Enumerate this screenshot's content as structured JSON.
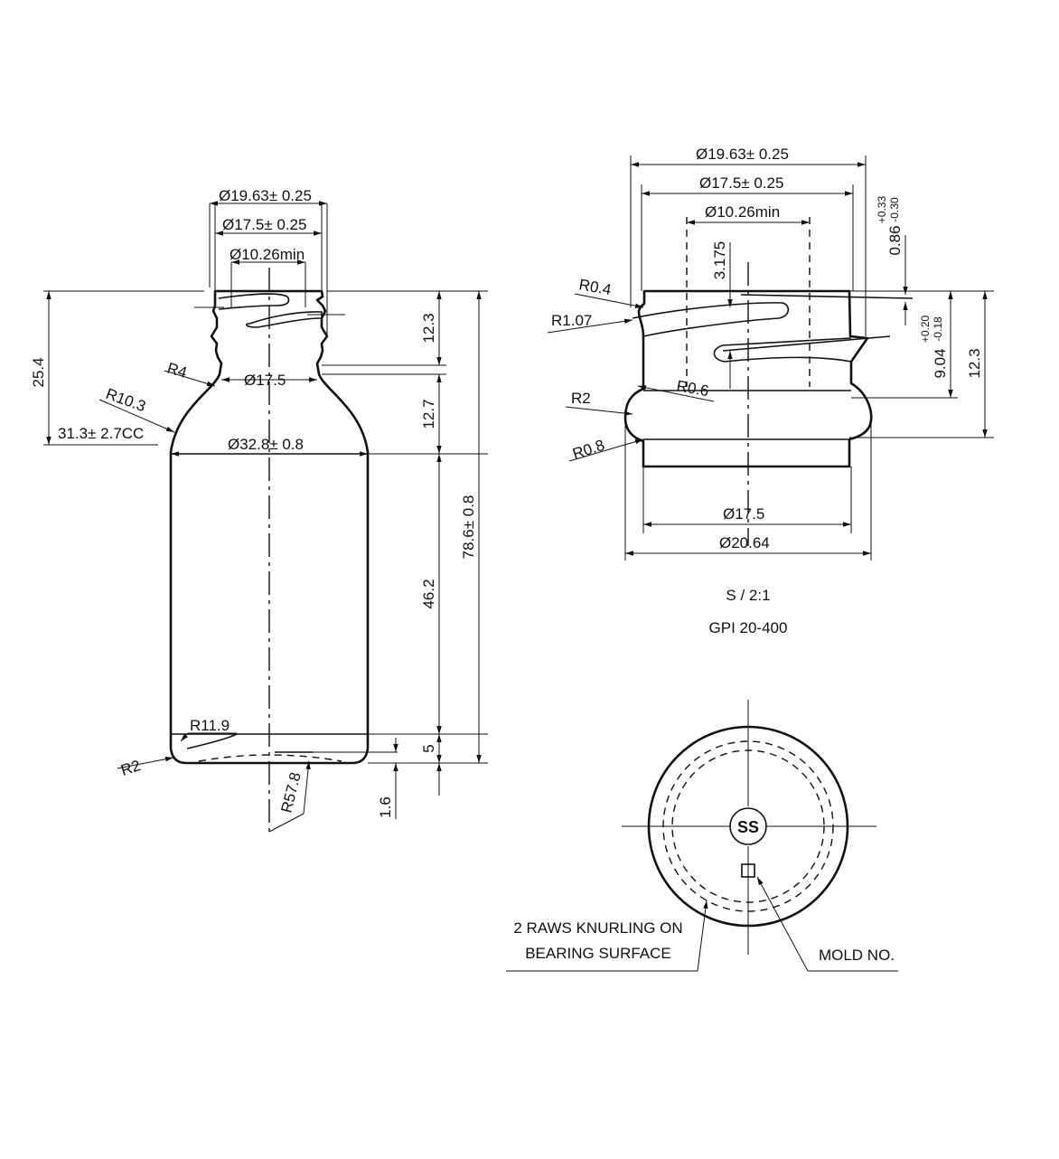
{
  "bottle": {
    "dia_finish_t": "Ø19.63± 0.25",
    "dia_finish_e": "Ø17.5± 0.25",
    "dia_finish_i": "Ø10.26min",
    "dia_neck": "Ø17.5",
    "dia_body": "Ø32.8± 0.8",
    "r4": "R4",
    "r10_3": "R10.3",
    "capacity": "31.3± 2.7CC",
    "h_25_4": "25.4",
    "h_12_3": "12.3",
    "h_12_7": "12.7",
    "h_46_2": "46.2",
    "h_total": "78.6± 0.8",
    "r11_9": "R11.9",
    "r2": "R2",
    "h_5": "5",
    "r57_8": "R57.8",
    "h_1_6": "1.6"
  },
  "finish": {
    "dia_t": "Ø19.63± 0.25",
    "dia_e": "Ø17.5± 0.25",
    "dia_i": "Ø10.26min",
    "pitch": "3.175",
    "thread_h": "0.86",
    "thread_h_tol_plus": "+0.33",
    "thread_h_tol_minus": "-0.30",
    "r0_4": "R0.4",
    "r1_07": "R1.07",
    "r2": "R2",
    "r0_6": "R0.6",
    "r0_8": "R0.8",
    "h_9_04": "9.04",
    "h_9_04_tol_plus": "+0.20",
    "h_9_04_tol_minus": "-0.18",
    "h_12_3": "12.3",
    "dia_17_5": "Ø17.5",
    "dia_20_64": "Ø20.64",
    "scale": "S / 2:1",
    "finish_name": "GPI 20-400"
  },
  "base": {
    "logo": "SS",
    "knurl_line1": "2 RAWS KNURLING ON",
    "knurl_line2": "BEARING SURFACE",
    "mold_no": "MOLD NO."
  }
}
